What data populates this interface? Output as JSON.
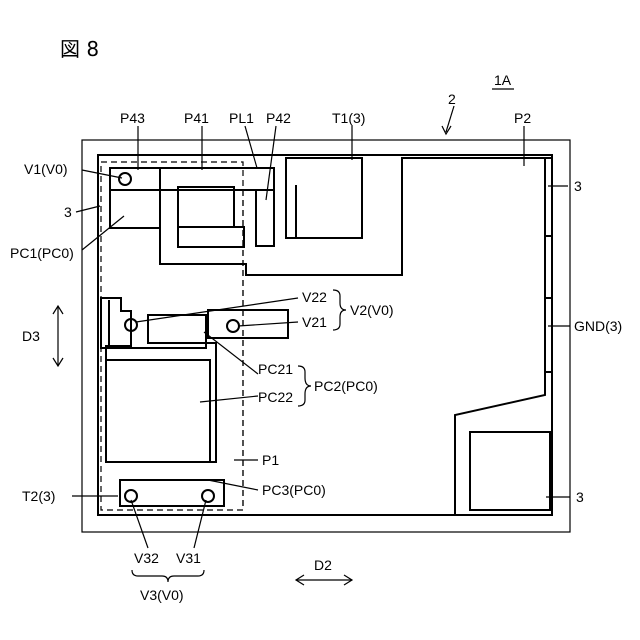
{
  "figure": {
    "title": "図 8",
    "device_label": "1A"
  },
  "labels": {
    "ref_2": "2",
    "P43": "P43",
    "P41": "P41",
    "PL1": "PL1",
    "P42": "P42",
    "T1": "T1(3)",
    "P2": "P2",
    "V1": "V1(V0)",
    "three_left": "3",
    "PC1": "PC1(PC0)",
    "three_right_top": "3",
    "V22": "V22",
    "V21": "V21",
    "V2": "V2(V0)",
    "GND": "GND(3)",
    "D3": "D3",
    "PC21": "PC21",
    "PC22": "PC22",
    "PC2": "PC2(PC0)",
    "P1": "P1",
    "PC3": "PC3(PC0)",
    "T2": "T2(3)",
    "three_right_bottom": "3",
    "V32": "V32",
    "V31": "V31",
    "V3": "V3(V0)",
    "D2": "D2"
  }
}
